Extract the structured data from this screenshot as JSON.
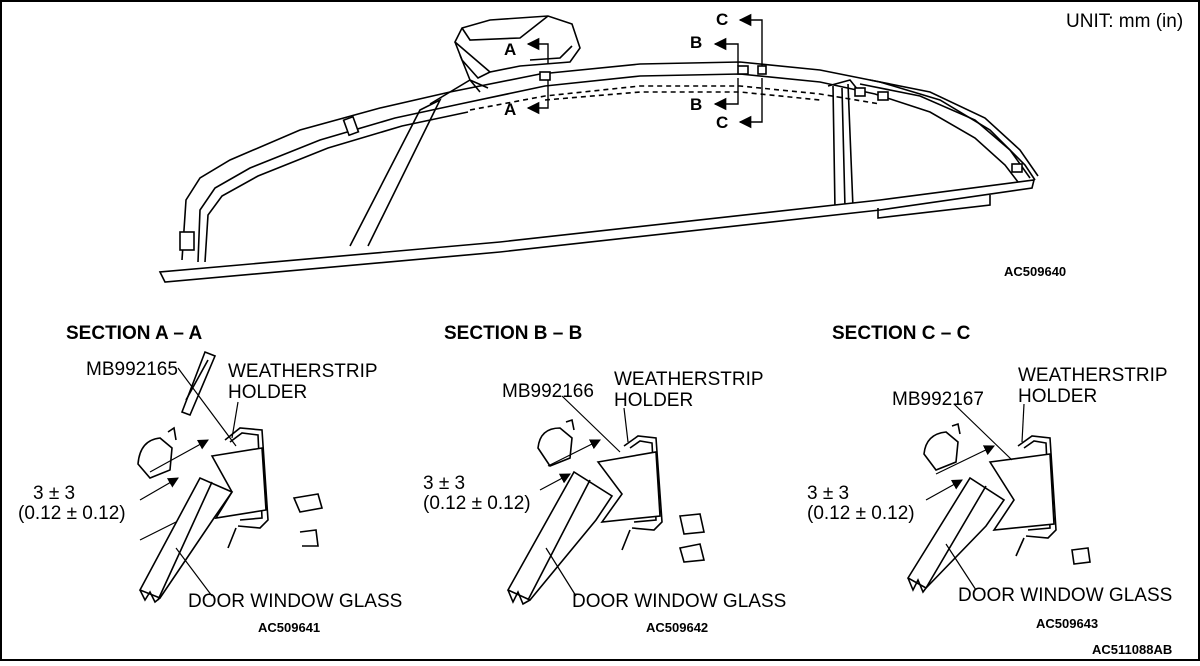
{
  "unit": "UNIT: mm (in)",
  "overview": {
    "code": "AC509640",
    "markers": {
      "a_top": "A",
      "a_bottom": "A",
      "b_top": "B",
      "b_bottom": "B",
      "c_top": "C",
      "c_bottom": "C"
    }
  },
  "sections": [
    {
      "title": "SECTION A – A",
      "tool": "MB992165",
      "holder_line1": "WEATHERSTRIP",
      "holder_line2": "HOLDER",
      "dim_line1": "3 ± 3",
      "dim_line2": "(0.12 ± 0.12)",
      "glass": "DOOR WINDOW GLASS",
      "code": "AC509641"
    },
    {
      "title": "SECTION B – B",
      "tool": "MB992166",
      "holder_line1": "WEATHERSTRIP",
      "holder_line2": "HOLDER",
      "dim_line1": "3 ± 3",
      "dim_line2": "(0.12 ± 0.12)",
      "glass": "DOOR WINDOW GLASS",
      "code": "AC509642"
    },
    {
      "title": "SECTION C – C",
      "tool": "MB992167",
      "holder_line1": "WEATHERSTRIP",
      "holder_line2": "HOLDER",
      "dim_line1": "3 ± 3",
      "dim_line2": "(0.12 ± 0.12)",
      "glass": "DOOR WINDOW GLASS",
      "code": "AC509643"
    }
  ],
  "figure_code": "AC511088AB"
}
